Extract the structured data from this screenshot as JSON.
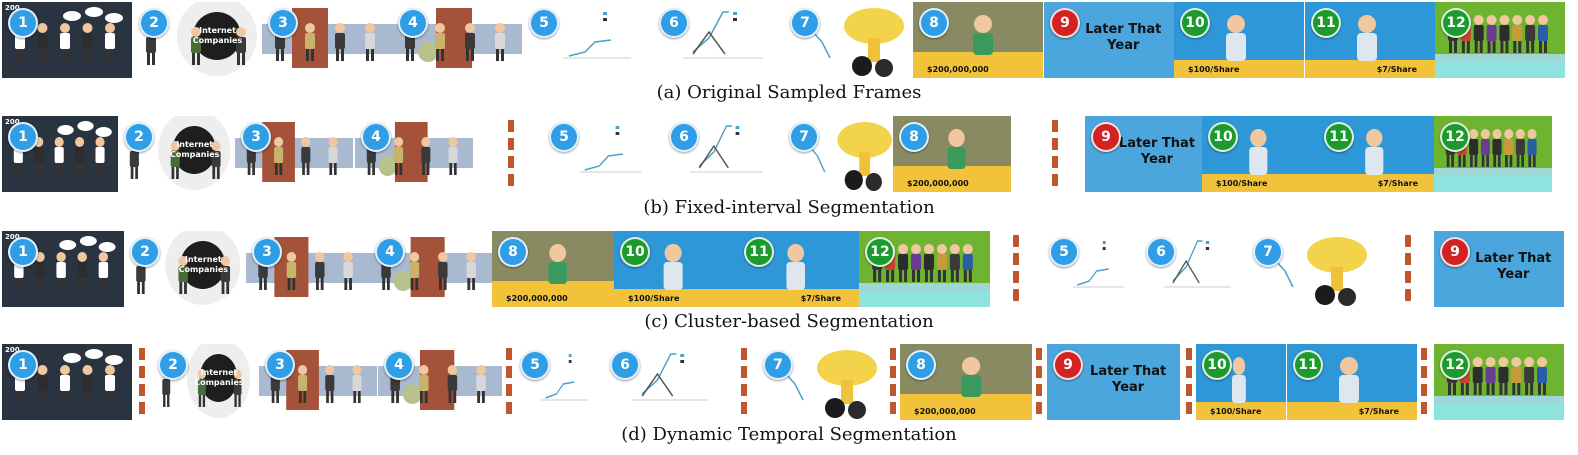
{
  "badge_colors": {
    "blue": "#2f9ee6",
    "red": "#d32222",
    "green": "#1c9a2e"
  },
  "separator_color": "#c0562b",
  "frame_texts": {
    "year": "200",
    "internet": "Internet Companies",
    "later": "Later That Year",
    "money8": "$200,000,000",
    "share10": "$100/Share",
    "share11": "$7/Share"
  },
  "captions": {
    "a": "(a) Original Sampled Frames",
    "b": "(b) Fixed-interval Segmentation",
    "c": "(c) Cluster-based Segmentation",
    "d": "(d) Dynamic Temporal Segmentation"
  },
  "rows": [
    {
      "id": "a",
      "frames": [
        {
          "num": "1",
          "badge": "blue",
          "scene": "crowd-dark"
        },
        {
          "num": "2",
          "badge": "blue",
          "scene": "circle-white"
        },
        {
          "num": "3",
          "badge": "blue",
          "scene": "building"
        },
        {
          "num": "4",
          "badge": "blue",
          "scene": "building2"
        },
        {
          "num": "5",
          "badge": "blue",
          "scene": "chart1"
        },
        {
          "num": "6",
          "badge": "blue",
          "scene": "chart2"
        },
        {
          "num": "7",
          "badge": "blue",
          "scene": "explosion"
        },
        {
          "num": "8",
          "badge": "blue",
          "scene": "gold-olive"
        },
        {
          "num": "9",
          "badge": "red",
          "scene": "later"
        },
        {
          "num": "10",
          "badge": "green",
          "scene": "blue-man"
        },
        {
          "num": "11",
          "badge": "green",
          "scene": "blue-man2"
        },
        {
          "num": "12",
          "badge": "green",
          "scene": "group"
        }
      ]
    },
    {
      "id": "b",
      "frames": [
        {
          "num": "1",
          "badge": "blue",
          "scene": "crowd-dark"
        },
        {
          "num": "2",
          "badge": "blue",
          "scene": "circle-white"
        },
        {
          "num": "3",
          "badge": "blue",
          "scene": "building"
        },
        {
          "num": "4",
          "badge": "blue",
          "scene": "building2"
        },
        {
          "num": "5",
          "badge": "blue",
          "scene": "chart1"
        },
        {
          "num": "6",
          "badge": "blue",
          "scene": "chart2"
        },
        {
          "num": "7",
          "badge": "blue",
          "scene": "explosion"
        },
        {
          "num": "8",
          "badge": "blue",
          "scene": "gold-olive"
        },
        {
          "num": "9",
          "badge": "red",
          "scene": "later"
        },
        {
          "num": "10",
          "badge": "green",
          "scene": "blue-man"
        },
        {
          "num": "11",
          "badge": "green",
          "scene": "blue-man2"
        },
        {
          "num": "12",
          "badge": "green",
          "scene": "group"
        }
      ]
    },
    {
      "id": "c",
      "frames": [
        {
          "num": "1",
          "badge": "blue",
          "scene": "crowd-dark"
        },
        {
          "num": "2",
          "badge": "blue",
          "scene": "circle-white"
        },
        {
          "num": "3",
          "badge": "blue",
          "scene": "building"
        },
        {
          "num": "4",
          "badge": "blue",
          "scene": "building2"
        },
        {
          "num": "8",
          "badge": "blue",
          "scene": "gold-olive"
        },
        {
          "num": "10",
          "badge": "green",
          "scene": "blue-man"
        },
        {
          "num": "11",
          "badge": "green",
          "scene": "blue-man2"
        },
        {
          "num": "12",
          "badge": "green",
          "scene": "group"
        },
        {
          "num": "5",
          "badge": "blue",
          "scene": "chart1"
        },
        {
          "num": "6",
          "badge": "blue",
          "scene": "chart2"
        },
        {
          "num": "7",
          "badge": "blue",
          "scene": "explosion"
        },
        {
          "num": "9",
          "badge": "red",
          "scene": "later"
        }
      ]
    },
    {
      "id": "d",
      "frames": [
        {
          "num": "1",
          "badge": "blue",
          "scene": "crowd-dark"
        },
        {
          "num": "2",
          "badge": "blue",
          "scene": "circle-white"
        },
        {
          "num": "3",
          "badge": "blue",
          "scene": "building"
        },
        {
          "num": "4",
          "badge": "blue",
          "scene": "building2"
        },
        {
          "num": "5",
          "badge": "blue",
          "scene": "chart1"
        },
        {
          "num": "6",
          "badge": "blue",
          "scene": "chart2"
        },
        {
          "num": "7",
          "badge": "blue",
          "scene": "explosion"
        },
        {
          "num": "8",
          "badge": "blue",
          "scene": "gold-olive"
        },
        {
          "num": "9",
          "badge": "red",
          "scene": "later"
        },
        {
          "num": "10",
          "badge": "green",
          "scene": "blue-man"
        },
        {
          "num": "11",
          "badge": "green",
          "scene": "blue-man2"
        },
        {
          "num": "12",
          "badge": "green",
          "scene": "group"
        }
      ]
    }
  ]
}
